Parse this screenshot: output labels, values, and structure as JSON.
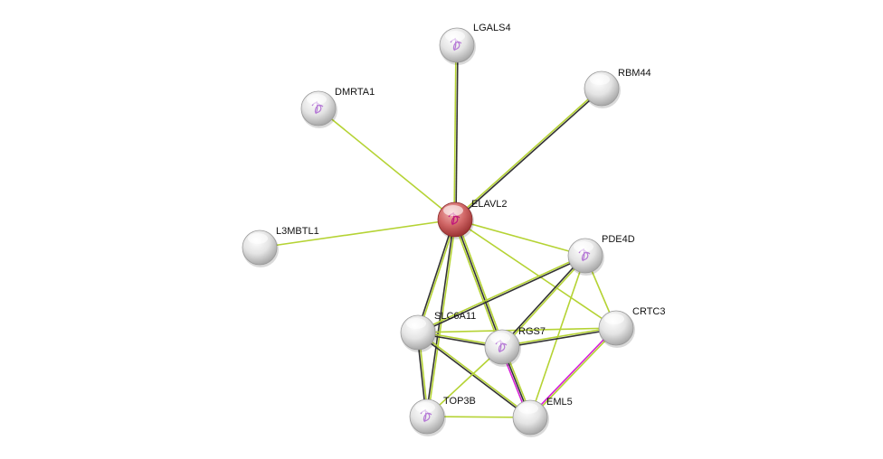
{
  "network": {
    "query_node": "ELAVL2",
    "nodes": [
      {
        "id": "LGALS4",
        "query": false,
        "structure": true
      },
      {
        "id": "RBM44",
        "query": false,
        "structure": false
      },
      {
        "id": "DMRTA1",
        "query": false,
        "structure": true
      },
      {
        "id": "ELAVL2",
        "query": true,
        "structure": true
      },
      {
        "id": "L3MBTL1",
        "query": false,
        "structure": false
      },
      {
        "id": "PDE4D",
        "query": false,
        "structure": true
      },
      {
        "id": "CRTC3",
        "query": false,
        "structure": false
      },
      {
        "id": "SLC6A11",
        "query": false,
        "structure": false
      },
      {
        "id": "RGS7",
        "query": false,
        "structure": true
      },
      {
        "id": "TOP3B",
        "query": false,
        "structure": true
      },
      {
        "id": "EML5",
        "query": false,
        "structure": false
      }
    ],
    "edges": [
      {
        "a": "ELAVL2",
        "b": "LGALS4",
        "types": [
          "textmining",
          "coexpression"
        ]
      },
      {
        "a": "ELAVL2",
        "b": "RBM44",
        "types": [
          "textmining",
          "coexpression"
        ]
      },
      {
        "a": "ELAVL2",
        "b": "DMRTA1",
        "types": [
          "textmining"
        ]
      },
      {
        "a": "ELAVL2",
        "b": "L3MBTL1",
        "types": [
          "textmining"
        ]
      },
      {
        "a": "ELAVL2",
        "b": "PDE4D",
        "types": [
          "textmining"
        ]
      },
      {
        "a": "ELAVL2",
        "b": "CRTC3",
        "types": [
          "textmining"
        ]
      },
      {
        "a": "ELAVL2",
        "b": "SLC6A11",
        "types": [
          "textmining",
          "coexpression"
        ]
      },
      {
        "a": "ELAVL2",
        "b": "TOP3B",
        "types": [
          "textmining",
          "coexpression"
        ]
      },
      {
        "a": "ELAVL2",
        "b": "RGS7",
        "types": [
          "textmining",
          "coexpression",
          "textmining"
        ]
      },
      {
        "a": "SLC6A11",
        "b": "PDE4D",
        "types": [
          "textmining",
          "coexpression"
        ]
      },
      {
        "a": "SLC6A11",
        "b": "CRTC3",
        "types": [
          "textmining"
        ]
      },
      {
        "a": "SLC6A11",
        "b": "RGS7",
        "types": [
          "textmining",
          "coexpression"
        ]
      },
      {
        "a": "SLC6A11",
        "b": "EML5",
        "types": [
          "textmining",
          "coexpression"
        ]
      },
      {
        "a": "SLC6A11",
        "b": "TOP3B",
        "types": [
          "textmining",
          "coexpression"
        ]
      },
      {
        "a": "PDE4D",
        "b": "RGS7",
        "types": [
          "textmining",
          "coexpression"
        ]
      },
      {
        "a": "PDE4D",
        "b": "CRTC3",
        "types": [
          "textmining"
        ]
      },
      {
        "a": "PDE4D",
        "b": "EML5",
        "types": [
          "textmining"
        ]
      },
      {
        "a": "RGS7",
        "b": "CRTC3",
        "types": [
          "textmining",
          "coexpression"
        ]
      },
      {
        "a": "RGS7",
        "b": "EML5",
        "types": [
          "textmining",
          "coexpression",
          "experiments"
        ]
      },
      {
        "a": "RGS7",
        "b": "TOP3B",
        "types": [
          "textmining"
        ]
      },
      {
        "a": "CRTC3",
        "b": "EML5",
        "types": [
          "textmining",
          "experiments"
        ]
      },
      {
        "a": "TOP3B",
        "b": "EML5",
        "types": [
          "textmining"
        ]
      }
    ],
    "colors": {
      "textmining": "#b5d334",
      "coexpression": "#333333",
      "experiments": "#d61fd6",
      "query": "#c0393b",
      "node": "#e8e8e8"
    }
  }
}
